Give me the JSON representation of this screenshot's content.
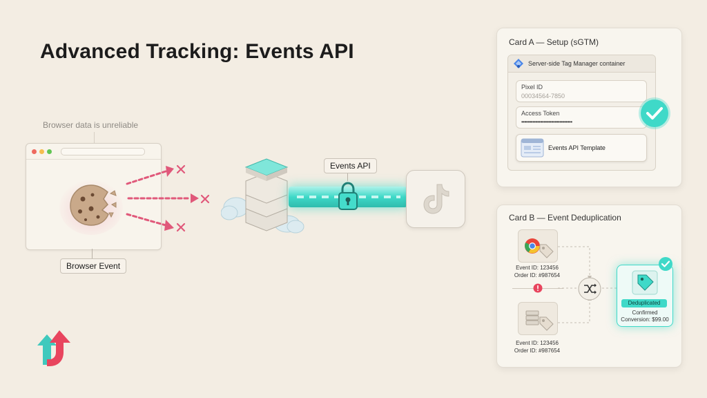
{
  "title": "Advanced Tracking: Events API",
  "left": {
    "note": "Browser data is unreliable",
    "browser_event_label": "Browser Event"
  },
  "middle": {
    "events_api_label": "Events API"
  },
  "card_a": {
    "title": "Card A — Setup (sGTM)",
    "container_label": "Server-side Tag Manager container",
    "pixel_id_label": "Pixel ID",
    "pixel_id_value": "00034564-7850",
    "access_token_label": "Access Token",
    "access_token_value": "••••••••••••••••••••••••••••••••",
    "template_label": "Events API Template"
  },
  "card_b": {
    "title": "Card B — Event Deduplication",
    "event1_id": "Event ID: 123456",
    "event1_order": "Order ID: #987654",
    "event2_id": "Event ID: 123456",
    "event2_order": "Order ID: #987654",
    "dedup_badge": "Deduplicated",
    "confirmed_line1": "Confirmed",
    "confirmed_line2": "Conversion: $99.00"
  },
  "colors": {
    "teal": "#3fd9c8",
    "pink": "#e0587a",
    "background": "#f3ede3"
  },
  "icons": [
    "cookie-icon",
    "x-icon",
    "server-icon",
    "cloud-icon",
    "lock-icon",
    "tiktok-icon",
    "tag-manager-icon",
    "check-icon",
    "template-icon",
    "chrome-icon",
    "tag-icon",
    "shuffle-icon",
    "alert-icon",
    "logo-icon"
  ]
}
